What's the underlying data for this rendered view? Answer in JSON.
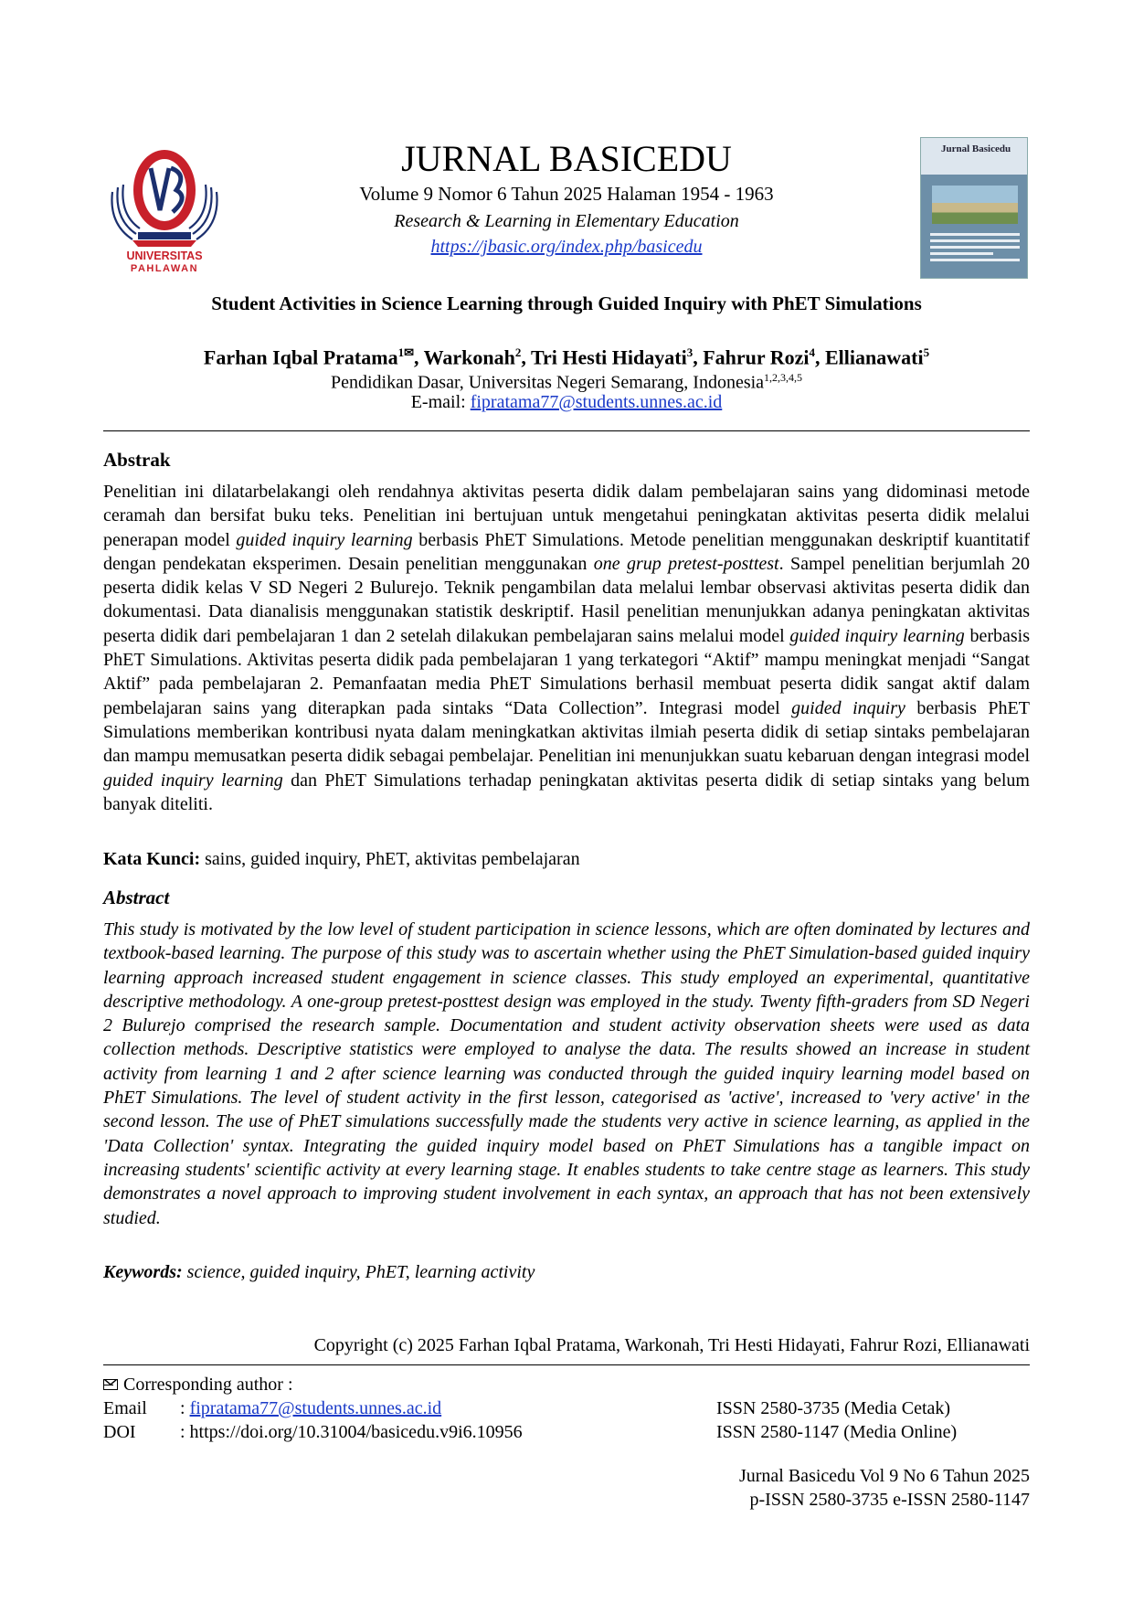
{
  "header": {
    "journal_title": "JURNAL BASICEDU",
    "volume_line": "Volume 9 Nomor 6 Tahun 2025 Halaman 1954 - 1963",
    "subtitle": "Research & Learning in Elementary Education",
    "url": "https://jbasic.org/index.php/basicedu",
    "logo_text": "UNIVERSITAS PAHLAWAN",
    "cover_title": "Jurnal Basicedu"
  },
  "paper": {
    "title": "Student Activities in Science Learning through Guided Inquiry with PhET Simulations",
    "authors": [
      {
        "name": "Farhan Iqbal Pratama",
        "sup": "1"
      },
      {
        "name": "Warkonah",
        "sup": "2"
      },
      {
        "name": "Tri Hesti Hidayati",
        "sup": "3"
      },
      {
        "name": "Fahrur Rozi",
        "sup": "4"
      },
      {
        "name": "Ellianawati",
        "sup": "5"
      }
    ],
    "affiliation": "Pendidikan Dasar, Universitas Negeri Semarang, Indonesia",
    "affiliation_sup": "1,2,3,4,5",
    "email_label": "E-mail: ",
    "email": "fipratama77@students.unnes.ac.id"
  },
  "abstrak": {
    "heading": "Abstrak",
    "text_1": "Penelitian ini dilatarbelakangi oleh rendahnya aktivitas peserta didik dalam pembelajaran sains yang didominasi metode ceramah dan bersifat buku teks. Penelitian ini bertujuan untuk mengetahui peningkatan aktivitas peserta didik melalui penerapan model ",
    "em_1": "guided inquiry learning",
    "text_2": " berbasis PhET Simulations. Metode penelitian menggunakan deskriptif kuantitatif dengan pendekatan eksperimen. Desain penelitian menggunakan ",
    "em_2": "one grup pretest-posttest",
    "text_3": ". Sampel penelitian berjumlah 20 peserta didik kelas V SD Negeri 2 Bulurejo. Teknik pengambilan data melalui lembar observasi aktivitas peserta didik dan dokumentasi. Data dianalisis menggunakan statistik deskriptif. Hasil penelitian menunjukkan adanya peningkatan aktivitas peserta didik dari pembelajaran 1 dan 2 setelah dilakukan pembelajaran sains melalui model ",
    "em_3": "guided inquiry learning",
    "text_4": " berbasis PhET Simulations. Aktivitas peserta didik pada pembelajaran 1 yang terkategori “Aktif” mampu meningkat menjadi “Sangat Aktif” pada pembelajaran 2. Pemanfaatan media PhET Simulations berhasil membuat peserta didik sangat aktif dalam pembelajaran sains yang diterapkan pada sintaks “Data Collection”. Integrasi model ",
    "em_4": "guided inquiry",
    "text_5": " berbasis PhET Simulations memberikan kontribusi nyata dalam meningkatkan aktivitas ilmiah peserta didik di setiap sintaks pembelajaran dan mampu memusatkan peserta didik sebagai pembelajar. Penelitian ini menunjukkan suatu kebaruan dengan integrasi model ",
    "em_5": "guided inquiry learning",
    "text_6": " dan PhET Simulations terhadap peningkatan aktivitas peserta didik di setiap sintaks yang belum banyak diteliti.",
    "keywords_label": "Kata Kunci:",
    "keywords": " sains, guided inquiry, PhET, aktivitas pembelajaran"
  },
  "abstract": {
    "heading": "Abstract",
    "text": "This study is motivated by the low level of student participation in science lessons, which are often dominated by lectures and textbook-based learning. The purpose of this study was to ascertain whether using the PhET Simulation-based guided inquiry learning approach increased student engagement in science classes. This study employed an experimental, quantitative descriptive methodology. A one-group pretest-posttest design was employed in the study. Twenty fifth-graders from SD Negeri 2 Bulurejo comprised the research sample. Documentation and student activity observation sheets were used as data collection methods. Descriptive statistics were employed to analyse the data. The results showed an increase in student activity from learning 1 and 2 after science learning was conducted through the guided inquiry learning model based on PhET Simulations. The level of student activity in the first lesson, categorised as 'active', increased to 'very active' in the second lesson. The use of PhET simulations successfully made the students very active in science learning, as applied in the 'Data Collection' syntax. Integrating the guided inquiry model based on PhET Simulations has a tangible impact on increasing students' scientific activity at every learning stage. It enables students to take centre stage as learners. This study demonstrates a novel approach to improving student involvement in each syntax, an approach that has not been extensively studied.",
    "keywords_label": "Keywords:",
    "keywords": " science, guided inquiry, PhET, learning activity"
  },
  "copyright": "Copyright (c) 2025 Farhan Iqbal Pratama, Warkonah, Tri Hesti Hidayati, Fahrur Rozi, Ellianawati",
  "footer": {
    "corresponding": "Corresponding author :",
    "email_label": "Email",
    "email_value": ": fipratama77@students.unnes.ac.id",
    "email_sep": ": ",
    "email_addr": "fipratama77@students.unnes.ac.id",
    "doi_label": "DOI",
    "doi_value": ": https://doi.org/10.31004/basicedu.v9i6.10956",
    "issn_print": "ISSN 2580-3735 (Media Cetak)",
    "issn_online": "ISSN 2580-1147 (Media Online)",
    "journal_line": "Jurnal Basicedu Vol 9 No 6 Tahun 2025",
    "pissn_line": "p-ISSN 2580-3735 e-ISSN 2580-1147"
  },
  "colors": {
    "link": "#1a3ac8",
    "logo_red": "#c8202a",
    "logo_blue": "#1b2f6e"
  }
}
